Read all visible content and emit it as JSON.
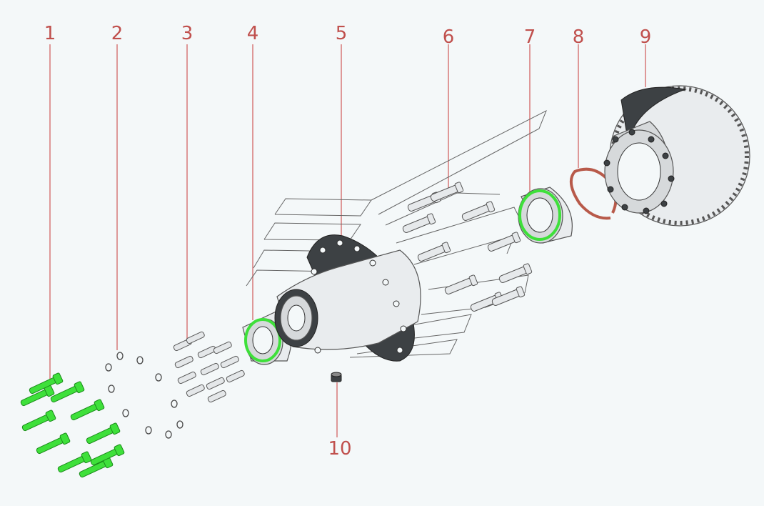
{
  "callouts": [
    {
      "number": "1"
    },
    {
      "number": "2"
    },
    {
      "number": "3"
    },
    {
      "number": "4"
    },
    {
      "number": "5"
    },
    {
      "number": "6"
    },
    {
      "number": "7"
    },
    {
      "number": "8"
    },
    {
      "number": "9"
    },
    {
      "number": "10"
    }
  ],
  "colors": {
    "callout": "#c0504d",
    "highlight_green": "#3ee03a",
    "snap_ring": "#b85a4a",
    "background": "#f4f8f9"
  }
}
